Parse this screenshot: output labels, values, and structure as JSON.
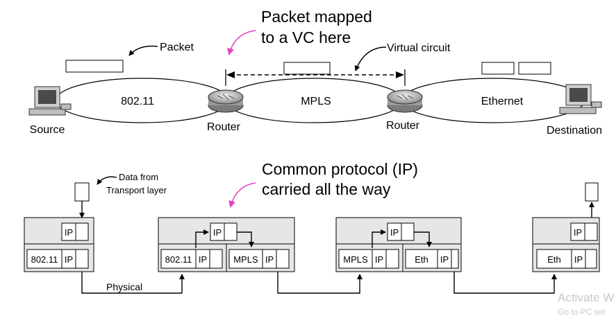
{
  "top": {
    "annotation_mapped_line1": "Packet mapped",
    "annotation_mapped_line2": "to a VC here",
    "packet_label": "Packet",
    "virtual_circuit_label": "Virtual circuit",
    "networks": {
      "left": "802.11",
      "middle": "MPLS",
      "right": "Ethernet"
    },
    "nodes": {
      "source": "Source",
      "router1": "Router",
      "router2": "Router",
      "destination": "Destination"
    }
  },
  "bottom": {
    "data_from_line1": "Data from",
    "data_from_line2": "Transport layer",
    "common_line1": "Common protocol (IP)",
    "common_line2": "carried all the way",
    "physical_label": "Physical",
    "stacks": {
      "source": {
        "upper": [
          "IP"
        ],
        "lower": [
          "802.11",
          "IP"
        ]
      },
      "router1": {
        "upper": [
          "IP"
        ],
        "lower_left": [
          "802.11",
          "IP"
        ],
        "lower_right": [
          "MPLS",
          "IP"
        ]
      },
      "router2": {
        "upper": [
          "IP"
        ],
        "lower_left": [
          "MPLS",
          "IP"
        ],
        "lower_right": [
          "Eth",
          "IP"
        ]
      },
      "dest": {
        "upper": [
          "IP"
        ],
        "lower": [
          "Eth",
          "IP"
        ]
      }
    }
  },
  "watermark": {
    "line1": "Activate W",
    "line2": "Go to PC set"
  },
  "colors": {
    "annotation_arrow": "#e040c0",
    "line": "#000000",
    "watermark": "#c8c8c8"
  }
}
